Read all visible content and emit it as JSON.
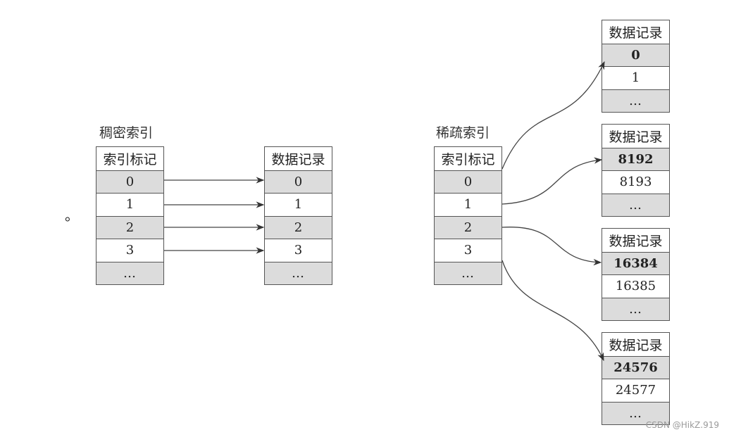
{
  "bullet": "。",
  "dense": {
    "caption": "稠密索引",
    "index_table": {
      "header": "索引标记",
      "rows": [
        {
          "label": "0",
          "shade": "gray"
        },
        {
          "label": "1",
          "shade": "white"
        },
        {
          "label": "2",
          "shade": "gray"
        },
        {
          "label": "3",
          "shade": "white"
        },
        {
          "label": "…",
          "shade": "gray"
        }
      ]
    },
    "data_table": {
      "header": "数据记录",
      "rows": [
        {
          "label": "0",
          "shade": "gray"
        },
        {
          "label": "1",
          "shade": "white"
        },
        {
          "label": "2",
          "shade": "gray"
        },
        {
          "label": "3",
          "shade": "white"
        },
        {
          "label": "…",
          "shade": "gray"
        }
      ]
    }
  },
  "sparse": {
    "caption": "稀疏索引",
    "index_table": {
      "header": "索引标记",
      "rows": [
        {
          "label": "0",
          "shade": "gray"
        },
        {
          "label": "1",
          "shade": "white"
        },
        {
          "label": "2",
          "shade": "gray"
        },
        {
          "label": "3",
          "shade": "white"
        },
        {
          "label": "…",
          "shade": "gray"
        }
      ]
    },
    "data_blocks": [
      {
        "header": "数据记录",
        "rows": [
          {
            "label": "0",
            "shade": "gray",
            "bold": true
          },
          {
            "label": "1",
            "shade": "white"
          },
          {
            "label": "…",
            "shade": "gray"
          }
        ]
      },
      {
        "header": "数据记录",
        "rows": [
          {
            "label": "8192",
            "shade": "gray",
            "bold": true
          },
          {
            "label": "8193",
            "shade": "white"
          },
          {
            "label": "…",
            "shade": "gray"
          }
        ]
      },
      {
        "header": "数据记录",
        "rows": [
          {
            "label": "16384",
            "shade": "gray",
            "bold": true
          },
          {
            "label": "16385",
            "shade": "white"
          },
          {
            "label": "…",
            "shade": "gray"
          }
        ]
      },
      {
        "header": "数据记录",
        "rows": [
          {
            "label": "24576",
            "shade": "gray",
            "bold": true
          },
          {
            "label": "24577",
            "shade": "white"
          },
          {
            "label": "…",
            "shade": "gray"
          }
        ]
      }
    ]
  },
  "watermark": "CSDN @HikZ.919"
}
